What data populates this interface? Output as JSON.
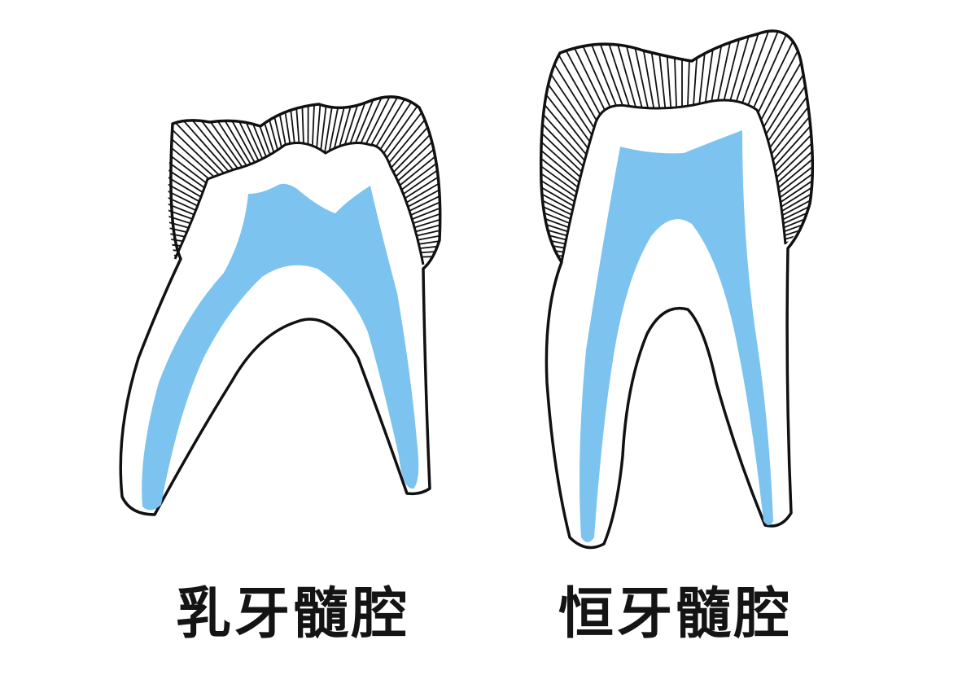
{
  "figure": {
    "colors": {
      "background": "#ffffff",
      "outline": "#111111",
      "pulp": "#7cc3f0",
      "dentin": "#ffffff",
      "enamel_hatch": "#111111"
    },
    "teeth": [
      {
        "id": "primary",
        "caption": "乳牙髓腔"
      },
      {
        "id": "permanent",
        "caption": "恒牙髓腔"
      }
    ]
  }
}
